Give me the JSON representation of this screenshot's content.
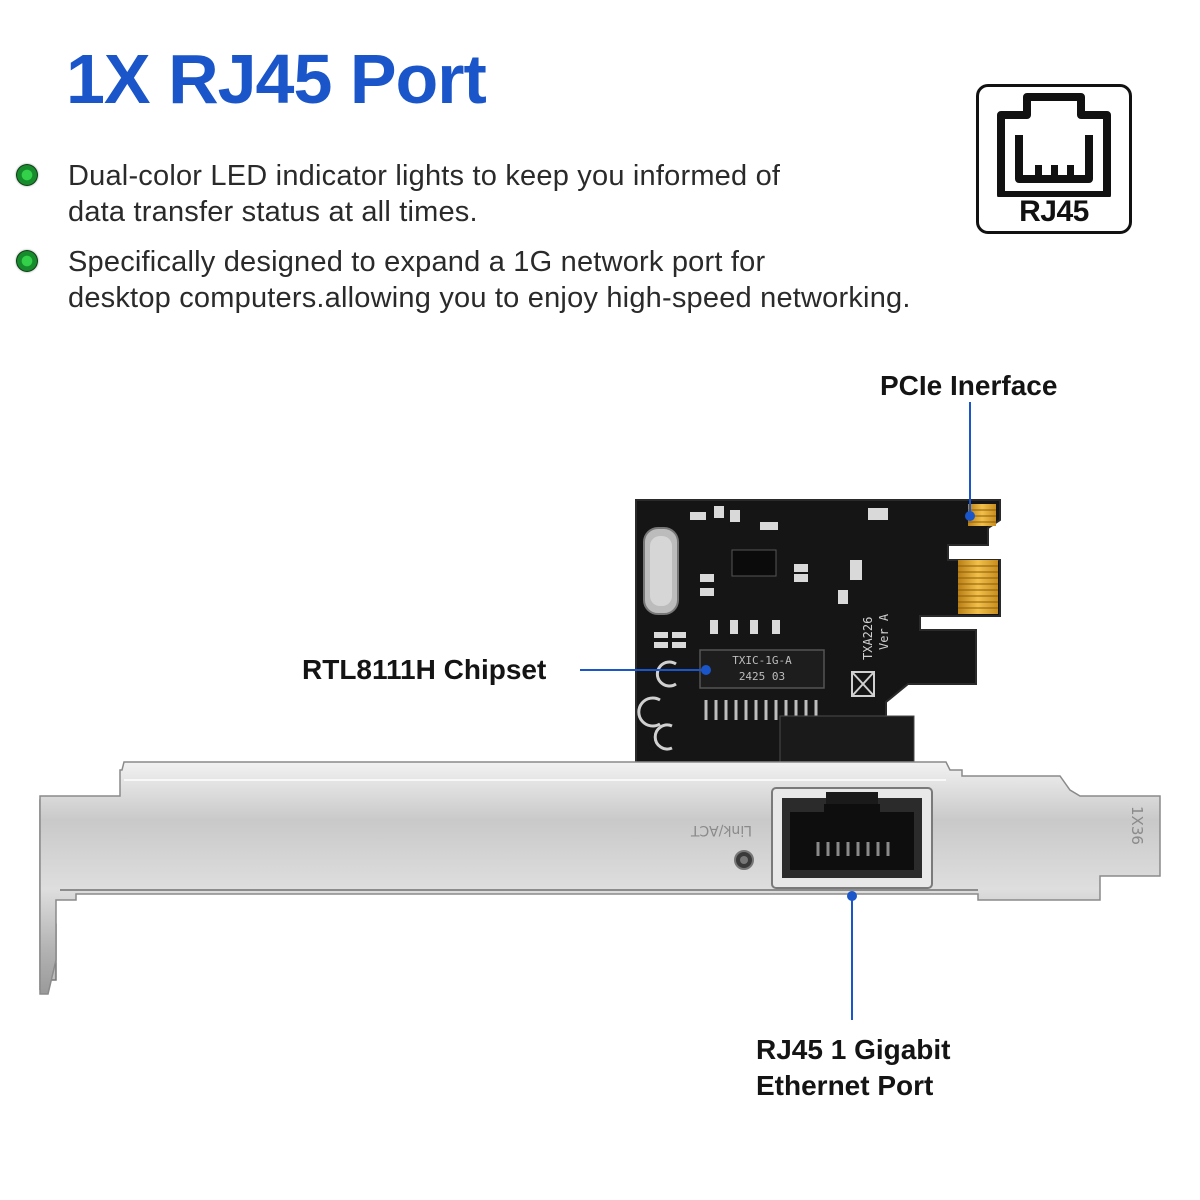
{
  "title": "1X RJ45 Port",
  "features": [
    {
      "lines": [
        "Dual-color LED indicator lights to keep you informed of",
        "data transfer status at all times."
      ]
    },
    {
      "lines": [
        "Specifically designed to expand a 1G network port for",
        "desktop computers.allowing you to enjoy high-speed networking."
      ]
    }
  ],
  "badge": {
    "label": "RJ45"
  },
  "callouts": {
    "pcie": "PCIe Inerface",
    "chipset": "RTL8111H Chipset",
    "port_line1": "RJ45 1 Gigabit",
    "port_line2": "Ethernet Port"
  },
  "board_marks": {
    "chip_line1": "TXIC-1G-A",
    "chip_line2": "2425 03",
    "model": "TXA226",
    "version": "Ver A",
    "bracket_label": "Link/ACT",
    "bracket_code": "1X36"
  },
  "colors": {
    "title": "#1a56c9",
    "callout_line": "#1a56c9",
    "led": "#1f9a33",
    "pcb": "#141414",
    "gold": "#d9a02a"
  }
}
